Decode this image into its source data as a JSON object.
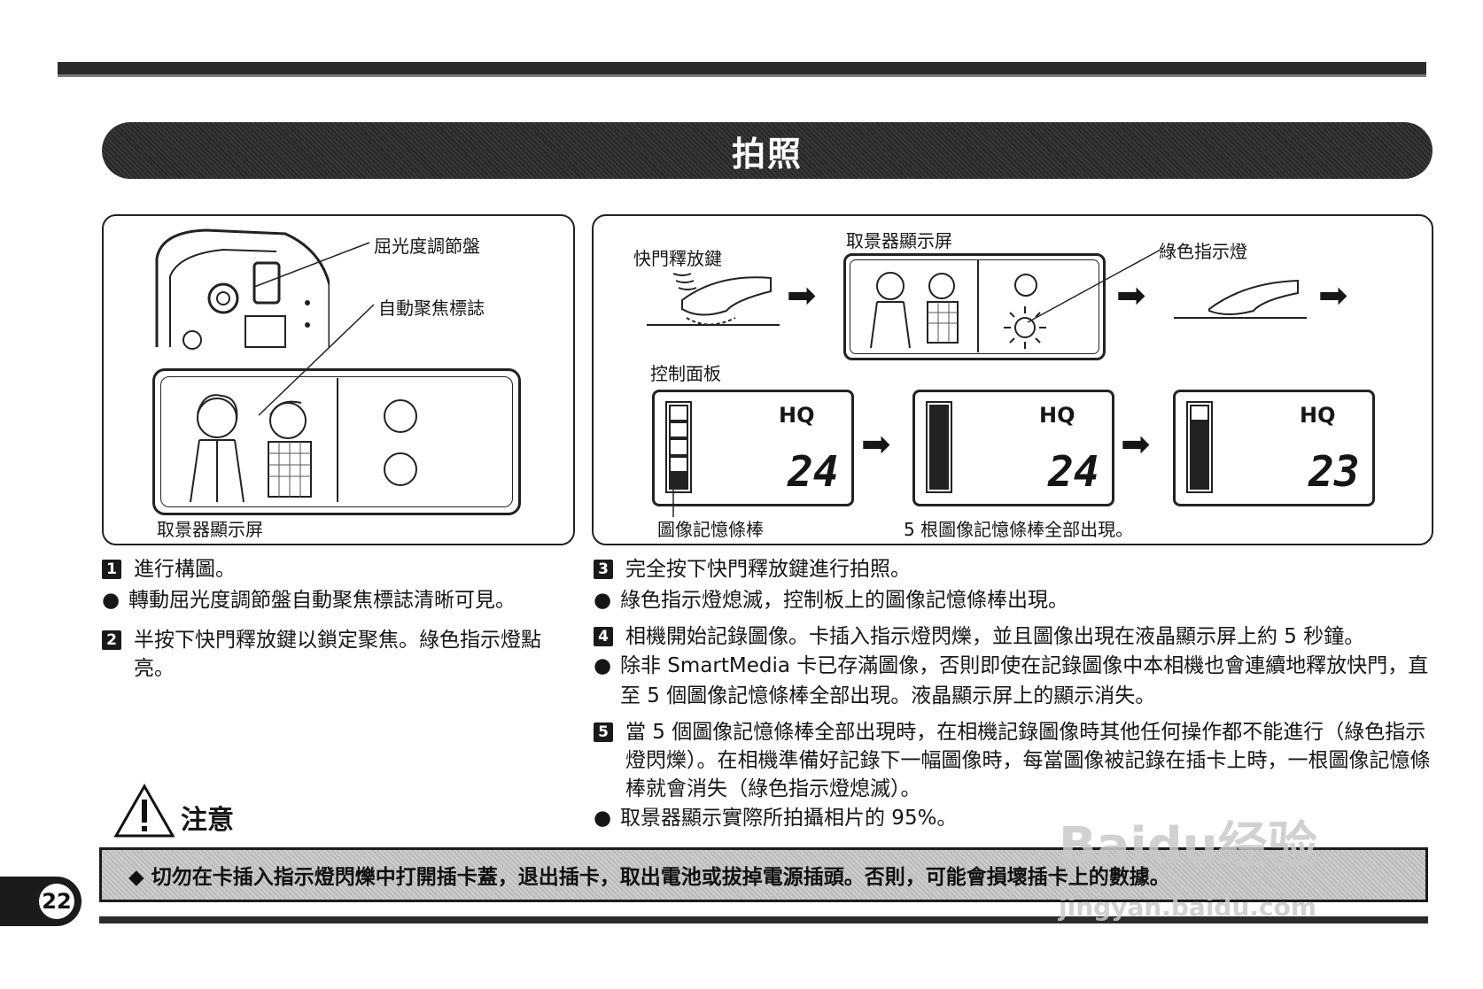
{
  "title": "拍照",
  "left_panel": {
    "label_diopter": "屈光度調節盤",
    "label_af_mark": "自動聚焦標誌",
    "label_viewfinder": "取景器顯示屏"
  },
  "right_panel": {
    "label_shutter": "快門釋放鍵",
    "label_viewfinder": "取景器顯示屏",
    "label_green_led": "綠色指示燈",
    "label_control_panel": "控制面板",
    "label_memory_bars": "圖像記憶條棒",
    "label_all_bars": "5 根圖像記憶條棒全部出現。",
    "lcd": [
      {
        "quality": "HQ",
        "count": "24",
        "filled_bars": 1
      },
      {
        "quality": "HQ",
        "count": "24",
        "filled_bars": 5
      },
      {
        "quality": "HQ",
        "count": "23",
        "filled_bars": 4
      }
    ]
  },
  "steps_left": [
    {
      "num": "1",
      "text": "進行構圖。"
    },
    {
      "num": "2",
      "text": "半按下快門釋放鍵以鎖定聚焦。綠色指示燈點亮。"
    }
  ],
  "bullet_left_1": "轉動屈光度調節盤自動聚焦標誌清晰可見。",
  "steps_right": [
    {
      "num": "3",
      "text": "完全按下快門釋放鍵進行拍照。"
    },
    {
      "num": "4",
      "text": "相機開始記錄圖像。卡插入指示燈閃爍，並且圖像出現在液晶顯示屏上約 5 秒鐘。"
    },
    {
      "num": "5",
      "text": "當 5 個圖像記憶條棒全部出現時，在相機記錄圖像時其他任何操作都不能進行（綠色指示燈閃爍）。在相機準備好記錄下一幅圖像時，每當圖像被記錄在插卡上時，一根圖像記憶條棒就會消失（綠色指示燈熄滅）。"
    }
  ],
  "bullets_right": [
    "綠色指示燈熄滅，控制板上的圖像記憶條棒出現。",
    "除非 SmartMedia 卡已存滿圖像，否則即使在記錄圖像中本相機也會連續地釋放快門，直至 5 個圖像記憶條棒全部出現。液晶顯示屏上的顯示消失。",
    "取景器顯示實際所拍攝相片的 95%。"
  ],
  "caution_title": "注意",
  "caution_text": "◆ 切勿在卡插入指示燈閃爍中打開插卡蓋，退出插卡，取出電池或拔掉電源插頭。否則，可能會損壞插卡上的數據。",
  "page_number": "22",
  "watermark_main": "Baidu经验",
  "watermark_url": "jingyan.baidu.com"
}
